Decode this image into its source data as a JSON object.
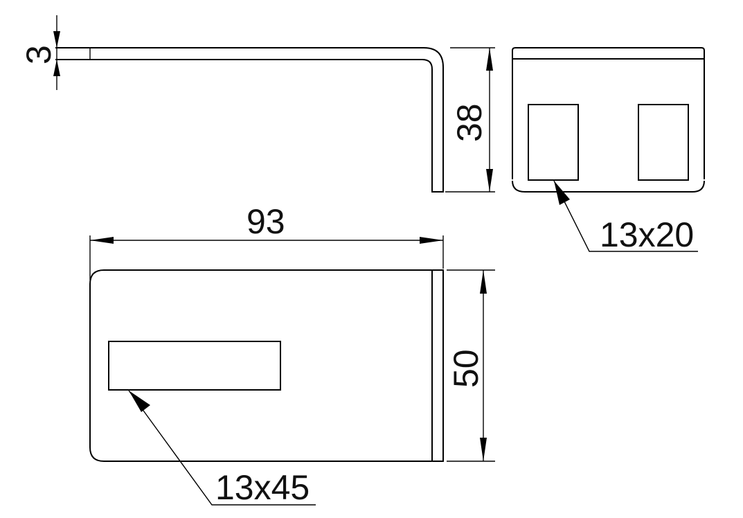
{
  "dimensions": {
    "thickness": "3",
    "height_side": "38",
    "length": "93",
    "width": "50"
  },
  "callouts": {
    "side_holes": "13x20",
    "slot": "13x45"
  }
}
